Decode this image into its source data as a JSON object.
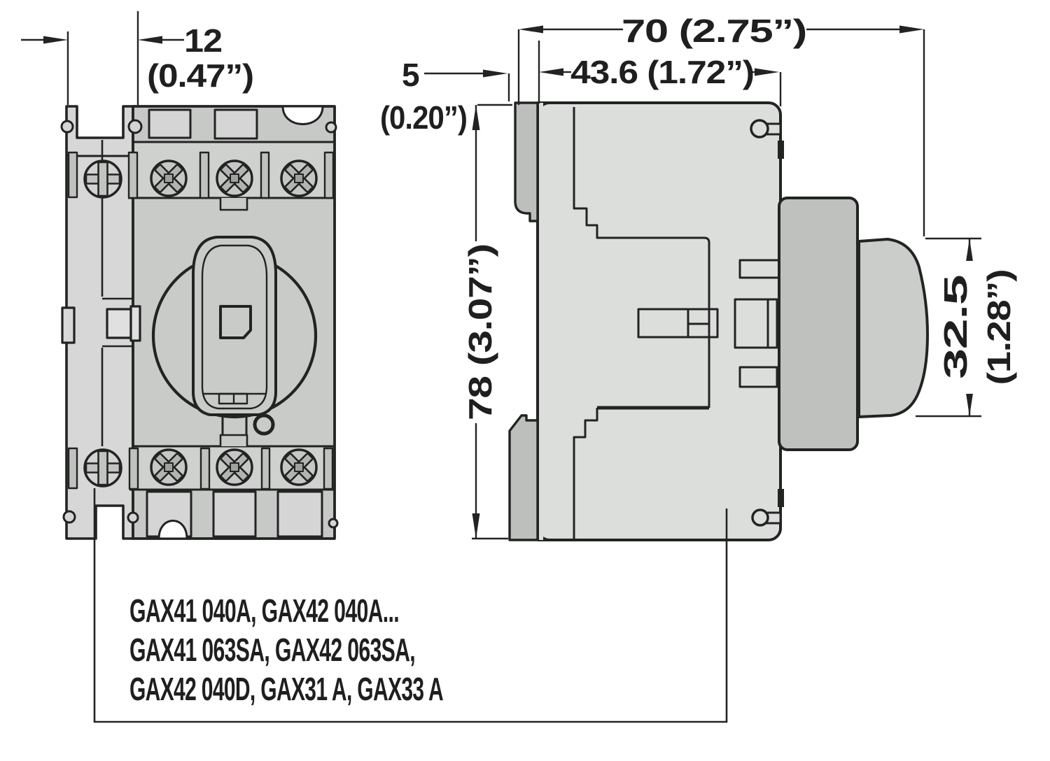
{
  "drawing": {
    "type": "technical-dimension-diagram",
    "views": [
      "front-view",
      "side-view"
    ],
    "colors": {
      "line": "#232323",
      "module_light": "#d6d7d6",
      "module_main": "#c7c9c7",
      "screw_strip": "#cfd1cf",
      "window": "#d4d5d4",
      "slot": "#c0c2c0",
      "side_body": "#dcdedc",
      "din_tab": "#bdbfbd",
      "bezel": "#bfc1bf",
      "knob": "#cbcdcb",
      "background": "#ffffff"
    },
    "dimensions": {
      "pole_width_mm": "12",
      "pole_width_in": "(0.47”)",
      "total_depth": "70 (2.75”)",
      "body_depth": "43.6 (1.72”)",
      "clip_offset_mm": "5",
      "clip_offset_in": "(0.20”)",
      "height": "78 (3.07”)",
      "handle_depth_mm": "32.5",
      "handle_depth_in": "(1.28”)"
    },
    "models": {
      "line1": "GAX41 040A, GAX42 040A...",
      "line2": "GAX41 063SA, GAX42 063SA,",
      "line3": "GAX42 040D, GAX31 A, GAX33 A"
    }
  }
}
